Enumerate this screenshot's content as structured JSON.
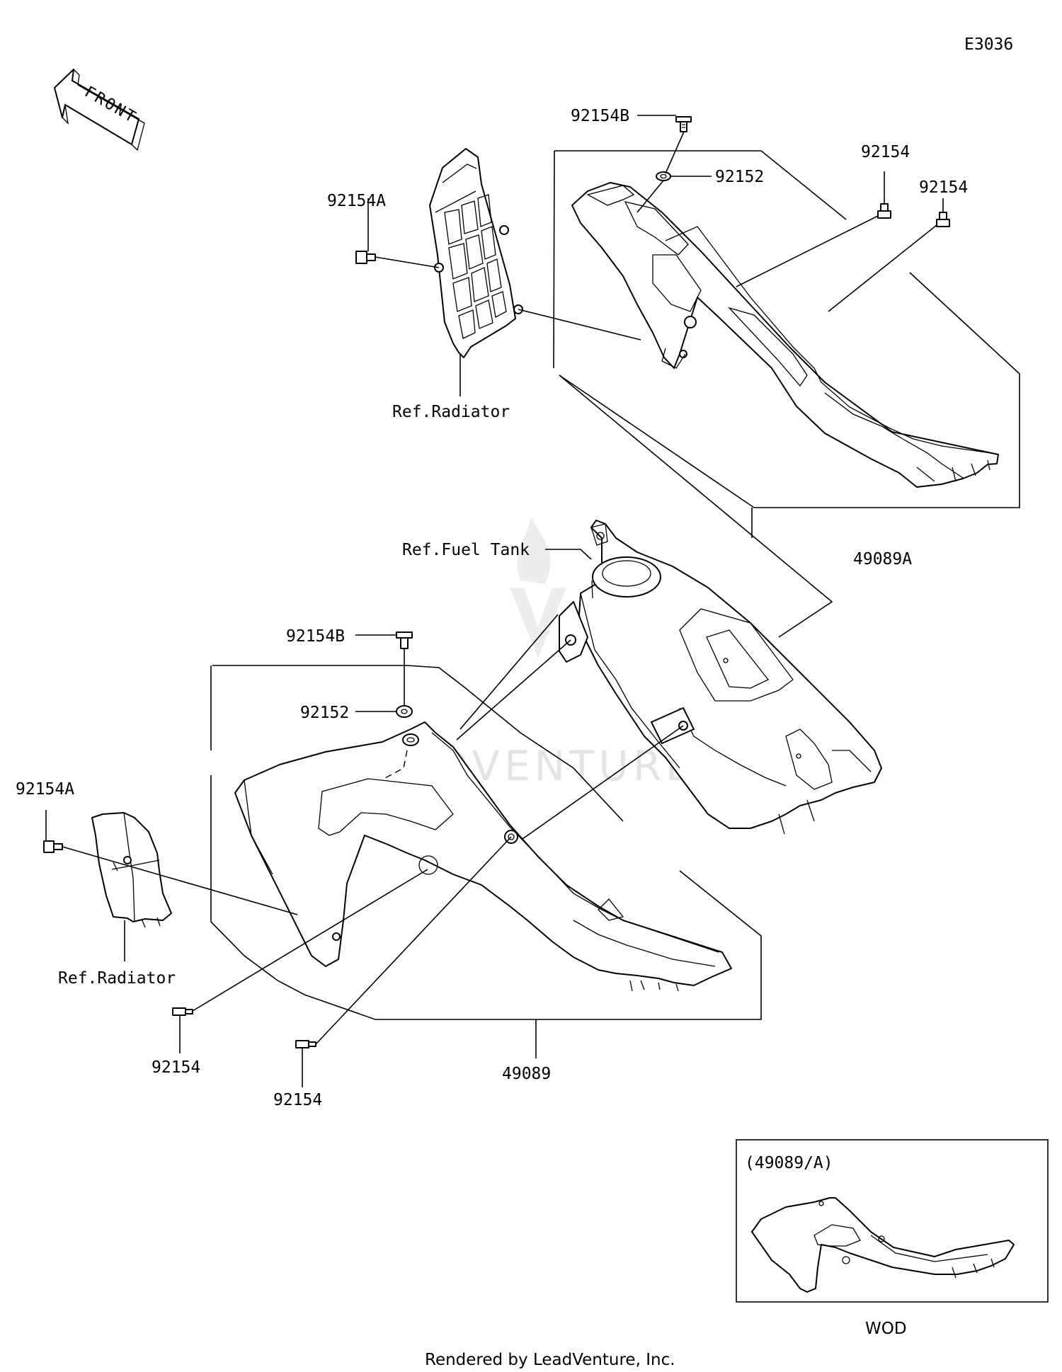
{
  "diagram_code": "E3036",
  "front_arrow_label": "FRONT",
  "labels": {
    "top_92154B": "92154B",
    "top_92152": "92152",
    "top_92154_a": "92154",
    "top_92154_b": "92154",
    "top_92154A": "92154A",
    "top_ref_radiator": "Ref.Radiator",
    "top_49089A": "49089A",
    "ref_fuel_tank": "Ref.Fuel Tank",
    "bot_92154B": "92154B",
    "bot_92152": "92152",
    "bot_92154A": "92154A",
    "bot_ref_radiator": "Ref.Radiator",
    "bot_92154_a": "92154",
    "bot_92154_b": "92154",
    "bot_49089": "49089"
  },
  "inset": {
    "title": "(49089/A)",
    "caption": "WOD"
  },
  "footer": "Rendered by LeadVenture, Inc.",
  "watermark": "LEADVENTURE"
}
